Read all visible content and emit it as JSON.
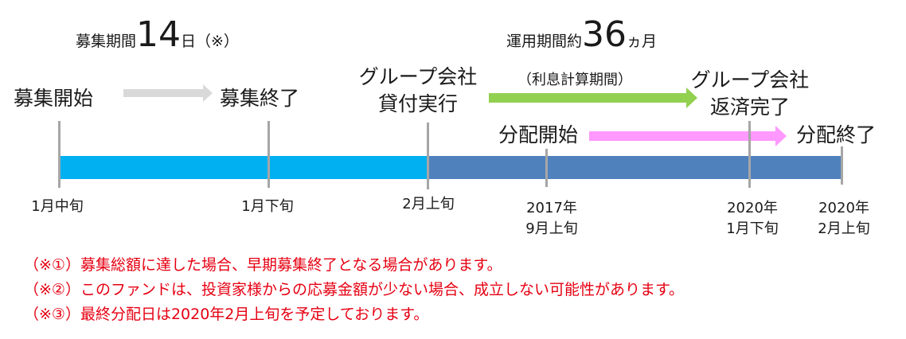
{
  "headers": {
    "recruit_period": {
      "prefix": "募集期間",
      "number": "14",
      "suffix": "日（※）"
    },
    "operation_period": {
      "prefix": "運用期間約",
      "number": "36",
      "suffix": "ヵ月"
    }
  },
  "events": {
    "recruit_start": "募集開始",
    "recruit_end": "募集終了",
    "loan_exec_line1": "グループ会社",
    "loan_exec_line2": "貸付実行",
    "interest_period": "（利息計算期間）",
    "repay_line1": "グループ会社",
    "repay_line2": "返済完了",
    "dist_start": "分配開始",
    "dist_end": "分配終了"
  },
  "dates": [
    {
      "line1": "1月中旬"
    },
    {
      "line1": "1月下旬"
    },
    {
      "line1": "2月上旬"
    },
    {
      "line1": "2017年",
      "line2": "9月上旬"
    },
    {
      "line1": "2020年",
      "line2": "1月下旬"
    },
    {
      "line1": "2020年",
      "line2": "2月上旬"
    }
  ],
  "notes": [
    "（※①）募集総額に達した場合、早期募集終了となる場合があります。",
    "（※②）このファンドは、投資家様からの応募金額が少ない場合、成立しない可能性があります。",
    "（※③）最終分配日は2020年2月上旬を予定しております。"
  ],
  "colors": {
    "recruit_bar": "#00b0f0",
    "operation_bar": "#4f81bd",
    "gray_arrow": "#d9d9d9",
    "green_arrow": "#92d050",
    "pink_arrow": "#ff99ff",
    "note_text": "#e60012"
  }
}
